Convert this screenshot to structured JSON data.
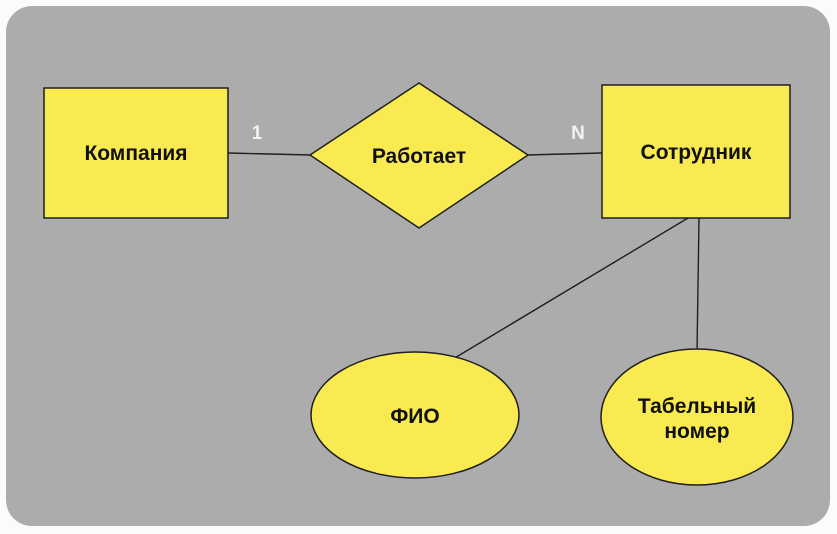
{
  "page": {
    "outer_background_color": "#FBFBFB",
    "canvas_background_color": "#ACACAC"
  },
  "diagram": {
    "type": "er-diagram",
    "entities": {
      "company": {
        "label": "Компания"
      },
      "employee": {
        "label": "Сотрудник"
      }
    },
    "relationship": {
      "label": "Работает"
    },
    "attributes": {
      "fio": {
        "label": "ФИО"
      },
      "tab_number": {
        "label_line1": "Табельный",
        "label_line2": "номер"
      }
    },
    "cardinalities": {
      "company_side": "1",
      "employee_side": "N"
    },
    "colors": {
      "shape_fill": "#F8EA50",
      "shape_stroke": "#1F1F1F",
      "connector": "#1F1F1F",
      "label_text": "#111111",
      "cardinality_text": "#F2F2F2"
    }
  }
}
